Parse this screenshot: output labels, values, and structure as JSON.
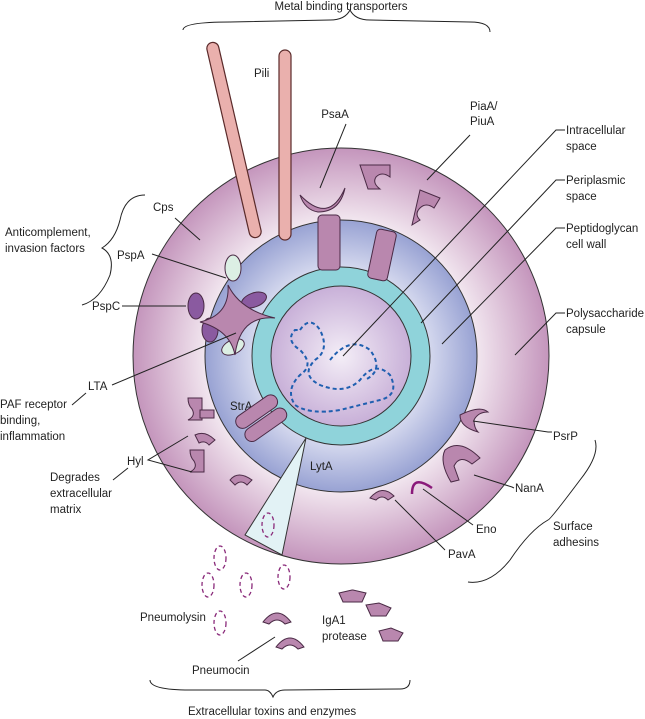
{
  "labels": {
    "metal_binding": "Metal binding transporters",
    "pili": "Pili",
    "psaa": "PsaA",
    "piaa_1": "PiaA/",
    "piaa_2": "PiuA",
    "intracellular_1": "Intracellular",
    "intracellular_2": "space",
    "periplasmic_1": "Periplasmic",
    "periplasmic_2": "space",
    "peptidoglycan_1": "Peptidoglycan",
    "peptidoglycan_2": "cell wall",
    "polysaccharide_1": "Polysaccharide",
    "polysaccharide_2": "capsule",
    "anticomplement_1": "Anticomplement,",
    "anticomplement_2": "invasion factors",
    "cps": "Cps",
    "pspa": "PspA",
    "pspc": "PspC",
    "lta": "LTA",
    "paf_1": "PAF receptor",
    "paf_2": "binding,",
    "paf_3": "inflammation",
    "stra": "StrA",
    "hyl": "Hyl",
    "degrades_1": "Degrades",
    "degrades_2": "extracellular",
    "degrades_3": "matrix",
    "lyta": "LytA",
    "psrp": "PsrP",
    "nana": "NanA",
    "eno": "Eno",
    "pava": "PavA",
    "surface_1": "Surface",
    "surface_2": "adhesins",
    "pneumolysin": "Pneumolysin",
    "iga1_1": "IgA1",
    "iga1_2": "protease",
    "pneumocin": "Pneumocin",
    "extracellular": "Extracellular toxins and enzymes"
  },
  "colors": {
    "capsule": "#c99bc0",
    "periplasm": "#9fa8d6",
    "cell_wall": "#8fd3da",
    "cytoplasm": "#d5c0e0",
    "dna": "#1f5fb0",
    "protein": "#b987ae"
  }
}
